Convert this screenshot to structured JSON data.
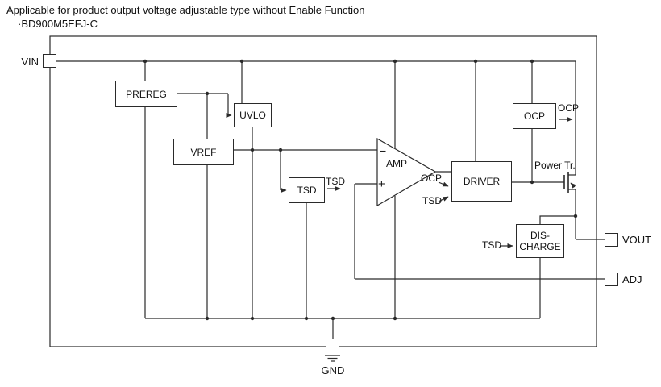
{
  "header": {
    "title": "Applicable for product output voltage adjustable type without Enable Function",
    "part": "·BD900M5EFJ-C"
  },
  "pins": {
    "vin": "VIN",
    "vout": "VOUT",
    "adj": "ADJ",
    "gnd": "GND"
  },
  "blocks": {
    "prereg": "PREREG",
    "uvlo": "UVLO",
    "vref": "VREF",
    "tsd": "TSD",
    "amp": "AMP",
    "ocp": "OCP",
    "driver": "DRIVER",
    "discharge_line1": "DIS-",
    "discharge_line2": "CHARGE",
    "power_tr": "Power Tr."
  },
  "opamp": {
    "minus": "−",
    "plus": "+"
  },
  "signals": {
    "ocp_out": "OCP",
    "tsd_out": "TSD",
    "ocp_to_driver": "OCP",
    "tsd_to_driver": "TSD",
    "tsd_to_discharge": "TSD"
  }
}
